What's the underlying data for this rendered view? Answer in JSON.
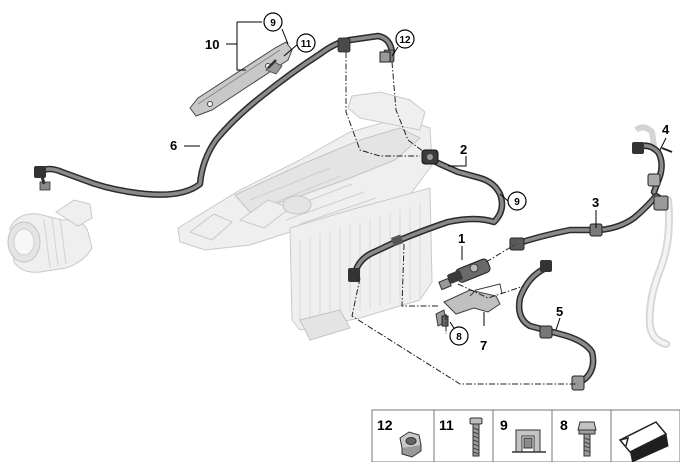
{
  "callouts": {
    "c1": "1",
    "c2": "2",
    "c3": "3",
    "c4": "4",
    "c5": "5",
    "c6": "6",
    "c7": "7",
    "c8": "8",
    "c9a": "9",
    "c9b": "9",
    "c10": "10",
    "c11": "11",
    "c12": "12"
  },
  "legend": {
    "items": [
      {
        "num": "12",
        "icon": "hex-nut-icon"
      },
      {
        "num": "11",
        "icon": "screw-icon"
      },
      {
        "num": "9",
        "icon": "clip-nut-icon"
      },
      {
        "num": "8",
        "icon": "hex-bolt-icon"
      },
      {
        "num": "",
        "icon": "arrow-symbol-icon"
      }
    ]
  }
}
